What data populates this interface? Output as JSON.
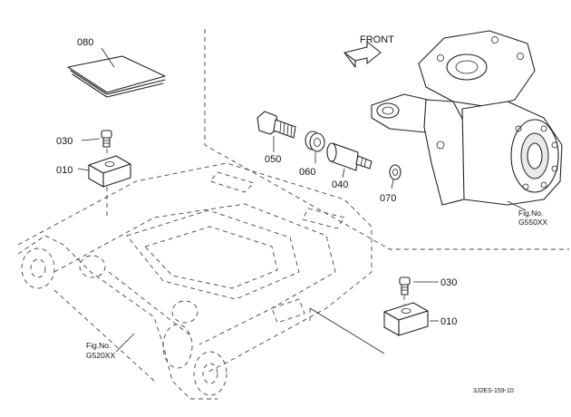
{
  "direction": {
    "label": "FRONT"
  },
  "parts": {
    "p080": "080",
    "p030_left": "030",
    "p010_left": "010",
    "p050": "050",
    "p060": "060",
    "p040": "040",
    "p070": "070",
    "p030_right": "030",
    "p010_right": "010"
  },
  "references": {
    "knuckle": {
      "line1": "Fig.No.",
      "line2": "G550XX"
    },
    "frame": {
      "line1": "Fig.No.",
      "line2": "G520XX"
    }
  },
  "diagram_code": "3J2ES-159-10"
}
